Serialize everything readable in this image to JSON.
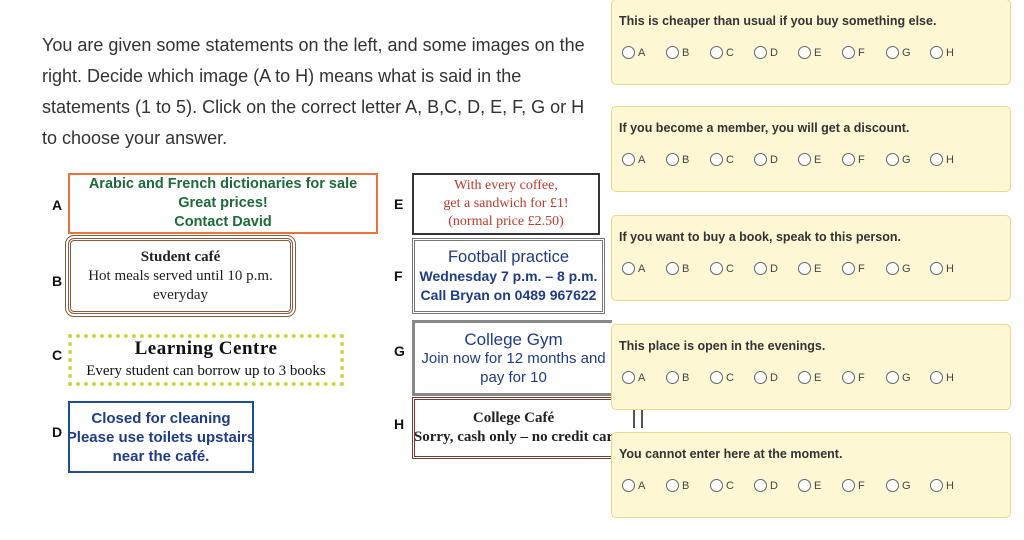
{
  "instructions": "You are given some statements on the left, and some images on the right. Decide which image (A to H) means what is said in the statements (1 to 5). Click on the correct letter A, B,C, D, E, F, G or H to choose your answer.",
  "signs": {
    "a": {
      "letter": "A",
      "lines": [
        "Arabic and French dictionaries for sale",
        "Great prices!",
        "Contact David"
      ]
    },
    "b": {
      "letter": "B",
      "lines": [
        "Student café",
        "Hot meals served until 10 p.m.",
        "everyday"
      ]
    },
    "c": {
      "letter": "C",
      "lines": [
        "Learning Centre",
        "Every student can borrow up to 3 books"
      ]
    },
    "d": {
      "letter": "D",
      "lines": [
        "Closed for cleaning",
        "Please use toilets upstairs",
        "near the café."
      ]
    },
    "e": {
      "letter": "E",
      "lines": [
        "With every coffee,",
        "get a sandwich for £1!",
        "(normal price £2.50)"
      ]
    },
    "f": {
      "letter": "F",
      "lines": [
        "Football practice",
        "Wednesday 7 p.m. – 8 p.m.",
        "Call Bryan on 0489 967622"
      ]
    },
    "g": {
      "letter": "G",
      "lines": [
        "College Gym",
        "Join now for 12 months and",
        "pay for 10"
      ]
    },
    "h": {
      "letter": "H",
      "lines": [
        "College Café",
        "Sorry, cash only – no credit car"
      ]
    }
  },
  "questions": [
    {
      "text": "This is cheaper than usual if you buy something else."
    },
    {
      "text": "If you become a member, you will get a discount."
    },
    {
      "text": "If you want to buy a book, speak to this person."
    },
    {
      "text": "This place is open in the evenings."
    },
    {
      "text": "You cannot enter here at the moment."
    }
  ],
  "option_labels": [
    "A",
    "B",
    "C",
    "D",
    "E",
    "F",
    "G",
    "H"
  ]
}
